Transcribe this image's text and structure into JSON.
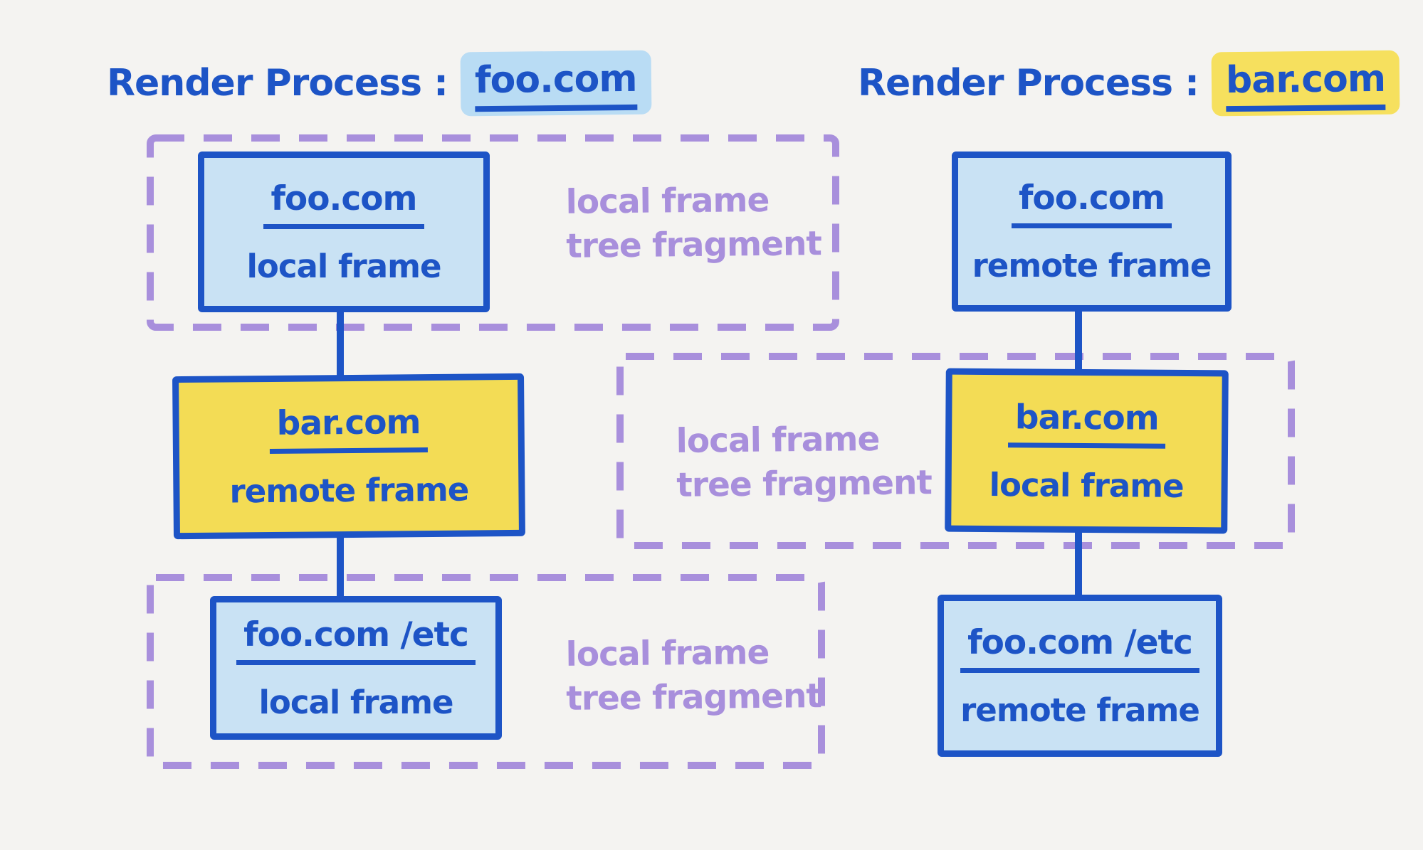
{
  "background": "#f4f3f1",
  "colors": {
    "ink_blue": "#1d54c6",
    "light_blue_fill": "#c9e2f4",
    "yellow_fill": "#f3dc55",
    "purple_dash": "#a88fdc",
    "title_highlight_blue": "#b9dcf4",
    "title_highlight_yellow": "#f6e05e"
  },
  "left_process": {
    "title_prefix": "Render Process :",
    "title_domain": "foo.com",
    "nodes": [
      {
        "domain": "foo.com",
        "frame_type": "local frame"
      },
      {
        "domain": "bar.com",
        "frame_type": "remote frame"
      },
      {
        "domain": "foo.com /etc",
        "frame_type": "local frame"
      }
    ],
    "fragment_labels": [
      {
        "line1": "local frame",
        "line2": "tree fragment"
      },
      {
        "line1": "local frame",
        "line2": "tree fragment"
      }
    ]
  },
  "right_process": {
    "title_prefix": "Render Process :",
    "title_domain": "bar.com",
    "nodes": [
      {
        "domain": "foo.com",
        "frame_type": "remote frame"
      },
      {
        "domain": "bar.com",
        "frame_type": "local frame"
      },
      {
        "domain": "foo.com /etc",
        "frame_type": "remote frame"
      }
    ],
    "fragment_labels": [
      {
        "line1": "local frame",
        "line2": "tree fragment"
      }
    ]
  }
}
